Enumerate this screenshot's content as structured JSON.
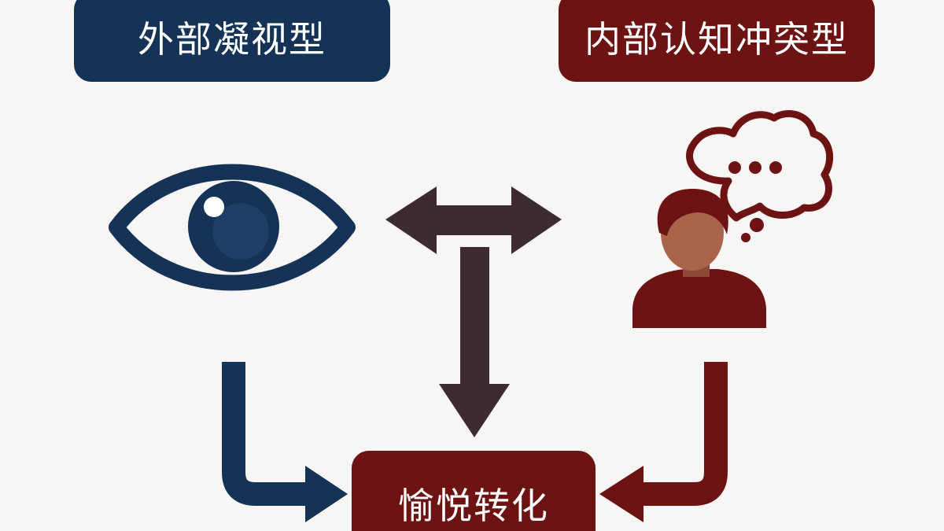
{
  "boxes": {
    "external": "外部凝视型",
    "internal": "内部认知冲突型",
    "result": "愉悦转化"
  },
  "icons": {
    "left": "eye-icon",
    "right": "person-thinking-icon",
    "thought": "thought-bubble-icon"
  },
  "colors": {
    "navy": "#153257",
    "maroon": "#6d1314",
    "dark_arrow": "#3d2a33",
    "skin": "#a8654a",
    "background": "#f7f6f4"
  }
}
